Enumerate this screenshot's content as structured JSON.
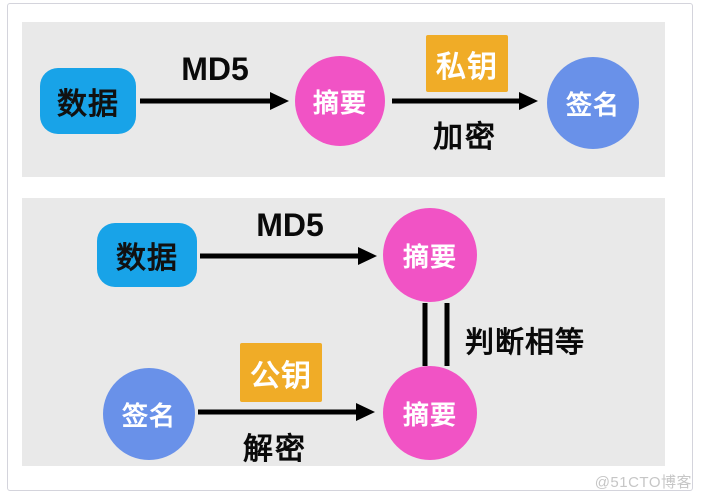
{
  "watermark": "@51CTO博客",
  "colors": {
    "blue": "#18A3E8",
    "pink": "#F153C5",
    "periwinkle": "#6991E9",
    "orange": "#F0AC27",
    "panel": "#E9E9E9",
    "border": "#D4D4DC",
    "watermark": "#C6C6C6"
  },
  "top_flow": {
    "data_label": "数据",
    "md5_label": "MD5",
    "digest_label": "摘要",
    "private_key_label": "私钥",
    "encrypt_label": "加密",
    "signature_label": "签名"
  },
  "bottom_flow": {
    "data_label": "数据",
    "md5_label": "MD5",
    "digest_top_label": "摘要",
    "compare_label": "判断相等",
    "signature_label": "签名",
    "public_key_label": "公钥",
    "decrypt_label": "解密",
    "digest_bottom_label": "摘要"
  }
}
